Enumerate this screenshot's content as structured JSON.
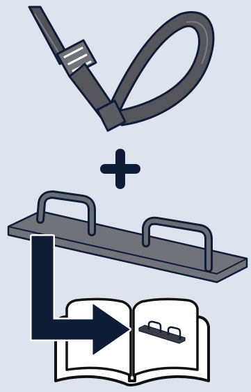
{
  "diagram": {
    "kind": "assembly-instruction",
    "background_color": "#dde4ee",
    "colors": {
      "strap_fill": "#56585c",
      "strap_outline": "#0f1c36",
      "plate_fill": "#6f7378",
      "rod_fill": "#5f6368",
      "plus_fill": "#0f1c36",
      "arrow_fill": "#0f1c36",
      "book_fill": "#ffffff",
      "book_outline": "#111111"
    },
    "parts": [
      {
        "id": "strap",
        "icon": "adjustable-strap-icon"
      },
      {
        "id": "plus",
        "icon": "plus-icon"
      },
      {
        "id": "mount",
        "icon": "ring-binder-mechanism-icon"
      },
      {
        "id": "arrow",
        "icon": "arrow-right-icon"
      },
      {
        "id": "book",
        "icon": "open-book-icon"
      }
    ]
  }
}
